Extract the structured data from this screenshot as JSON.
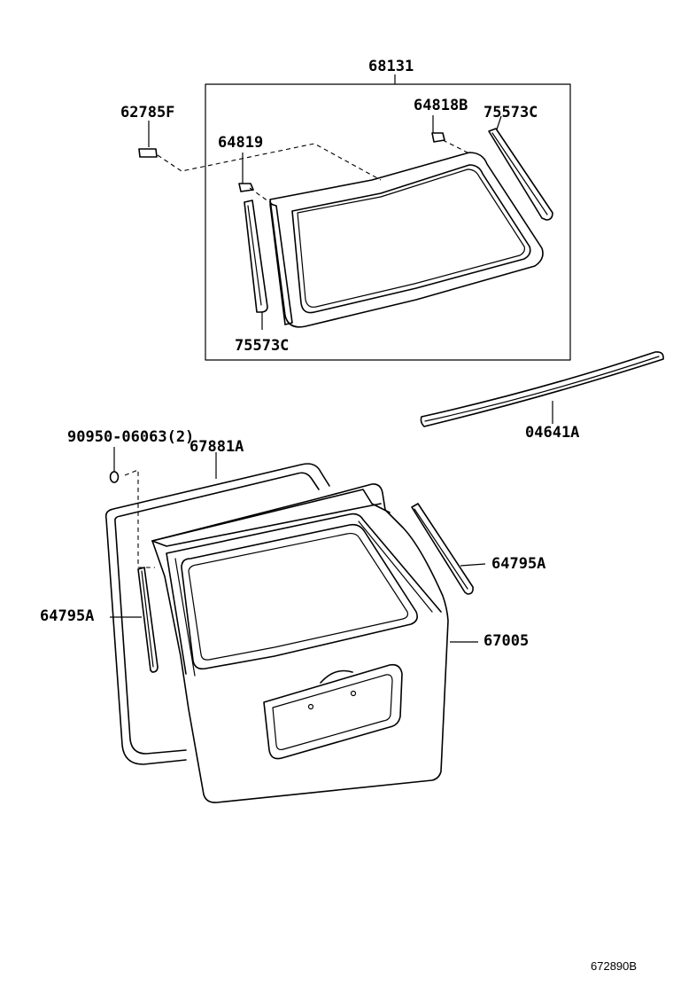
{
  "diagram": {
    "labels": {
      "p68131": "68131",
      "p62785F": "62785F",
      "p64819": "64819",
      "p64818B": "64818B",
      "p75573C_top": "75573C",
      "p75573C_bottom": "75573C",
      "p04641A": "04641A",
      "p90950": "90950-06063(2)",
      "p67881A": "67881A",
      "p64795A_right": "64795A",
      "p64795A_left": "64795A",
      "p67005": "67005"
    },
    "diagram_id": "672890B"
  }
}
